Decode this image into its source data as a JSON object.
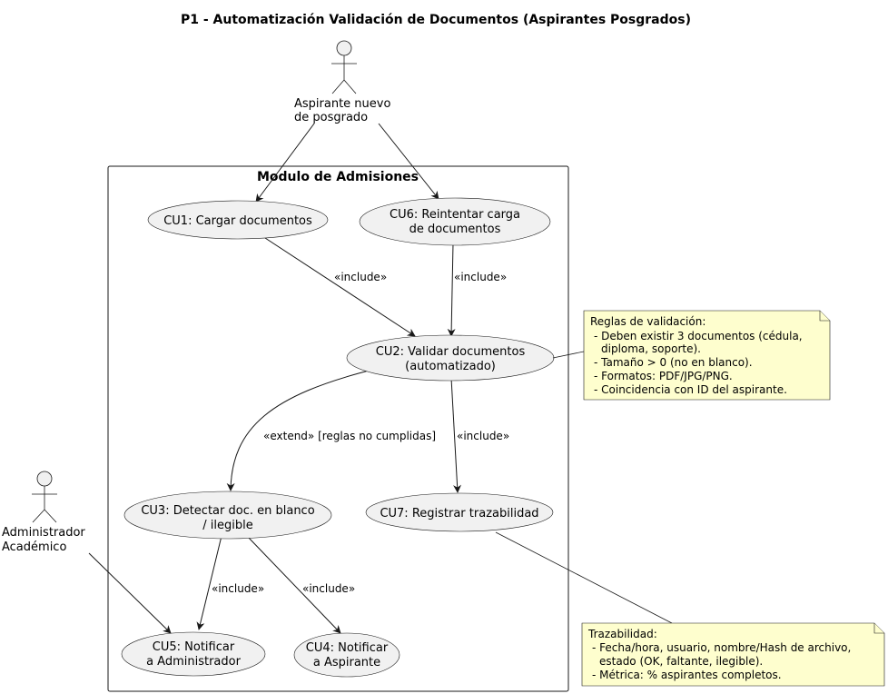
{
  "title": "P1 - Automatización Validación de Documentos (Aspirantes Posgrados)",
  "package": {
    "name": "Modulo de Admisiones"
  },
  "actors": {
    "aspirante": {
      "lines": [
        "Aspirante nuevo",
        "de posgrado"
      ]
    },
    "admin": {
      "lines": [
        "Administrador",
        "Académico"
      ]
    }
  },
  "use_cases": {
    "cu1": {
      "lines": [
        "CU1: Cargar documentos"
      ]
    },
    "cu6": {
      "lines": [
        "CU6: Reintentar carga",
        "de documentos"
      ]
    },
    "cu2": {
      "lines": [
        "CU2: Validar documentos",
        "(automatizado)"
      ]
    },
    "cu3": {
      "lines": [
        "CU3: Detectar doc. en blanco",
        "/ ilegible"
      ]
    },
    "cu7": {
      "lines": [
        "CU7: Registrar trazabilidad"
      ]
    },
    "cu5": {
      "lines": [
        "CU5: Notificar",
        "a Administrador"
      ]
    },
    "cu4": {
      "lines": [
        "CU4: Notificar",
        "a Aspirante"
      ]
    }
  },
  "relations": {
    "cu1_cu2": "«include»",
    "cu6_cu2": "«include»",
    "cu2_cu3": "«extend» [reglas no cumplidas]",
    "cu2_cu7": "«include»",
    "cu3_cu5": "«include»",
    "cu3_cu4": "«include»"
  },
  "notes": {
    "validacion": {
      "lines": [
        "Reglas de validación:",
        "- Deben existir 3 documentos (cédula,",
        "diploma, soporte).",
        "- Tamaño > 0 (no en blanco).",
        "- Formatos: PDF/JPG/PNG.",
        "- Coincidencia con ID del aspirante."
      ]
    },
    "trazabilidad": {
      "lines": [
        "Trazabilidad:",
        "- Fecha/hora, usuario, nombre/Hash de archivo,",
        "estado (OK, faltante, ilegible).",
        "- Métrica: % aspirantes completos."
      ]
    }
  }
}
